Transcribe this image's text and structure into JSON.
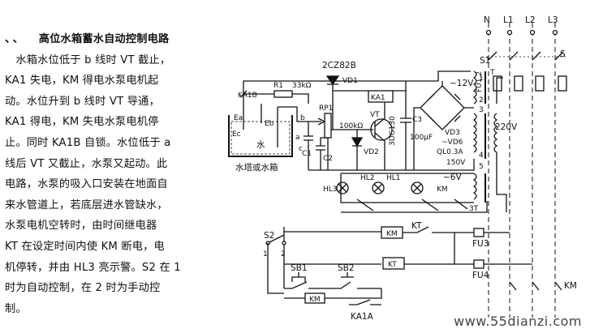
{
  "article": {
    "title_marker": "、、",
    "title": "高位水箱蓄水自动控制电路",
    "lines": [
      "　水箱水位低于 b 线时 VT 截止，",
      "KA1 失电，KM 得电水泵电机起",
      "动。水位升到 b 线时 VT 导通，",
      "KA1 得电，KM 失电水泵电机停",
      "止。同时 KA1B 自锁。水位低于 a",
      "线后 VT 又截止，水泵又起动。此",
      "电路，水泵的吸入口安装在地面自",
      "来水管道上，若底层进水管缺水，",
      "水泵电机空转时，由时间继电器",
      "KT 在设定时间内使 KM 断电，电",
      "机停转，并由 HL3 亮示警。S2 在 1",
      "时为自动控制，在 2 时为手动控",
      "制。"
    ]
  },
  "diagram": {
    "labels": {
      "ka1b": "KA1B",
      "r1": "R1",
      "r1_val": "33kΩ",
      "diode_type": "2CZ82B",
      "vd1": "VD1",
      "ka1_coil": "KA1",
      "rp1": "RP1",
      "rp1_val": "100kΩ",
      "vt": "VT",
      "vt_type": "3DG130",
      "vd2": "VD2",
      "c1": "C1",
      "c2": "C2",
      "c3": "C3",
      "c3_val": "100μF",
      "v12": "~12V",
      "vd3": "VD3",
      "vd6": "~VD6",
      "ql": "QL0.3A",
      "v150": "150V",
      "v220": "220V",
      "v6": "~6V",
      "t": "T",
      "n": "N",
      "l1": "L1",
      "l2": "L2",
      "l3": "L3",
      "s1": "S1",
      "fu12": "FU1,2",
      "s": "S",
      "ea": "Ea",
      "eb": "Eb",
      "ec": "Ec",
      "a": "a",
      "b": "b",
      "c": "c",
      "water": "水",
      "tank": "水塔或水箱",
      "hl3": "HL3",
      "hl2": "HL2",
      "hl1": "HL1",
      "km_lamp": "KM",
      "t3": "3T",
      "num1": "1",
      "num2": "2",
      "num3": "3",
      "num4": "4",
      "num5": "5",
      "s2": "S2",
      "km_coil": "KM",
      "kt_contact": "KT",
      "kt_coil": "KT",
      "fu3": "FU3",
      "fu4": "FU4",
      "sb1": "SB1",
      "sb2": "SB2",
      "km_contact": "KM",
      "ka1a": "KA1A",
      "km_main": "KM",
      "s2_1": "1",
      "s2_2": "2"
    },
    "watermark": "www.55dianzi.com"
  }
}
